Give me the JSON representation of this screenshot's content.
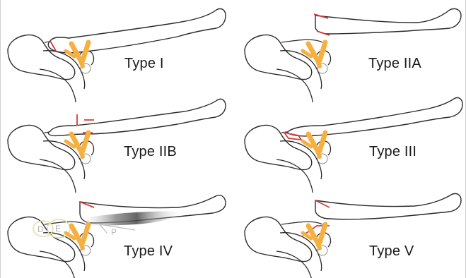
{
  "panels": [
    {
      "label": "Type I"
    },
    {
      "label": "Type IIA"
    },
    {
      "label": "Type IIB"
    },
    {
      "label": "Type III"
    },
    {
      "label": "Type IV"
    },
    {
      "label": "Type V"
    }
  ],
  "annotations": {
    "e": "E",
    "p": "P",
    "d": "D"
  },
  "colors": {
    "bone_outline": "#2b2b2b",
    "ligament": "#f5b040",
    "injury": "#d83a3a",
    "muscle": "#555555"
  }
}
